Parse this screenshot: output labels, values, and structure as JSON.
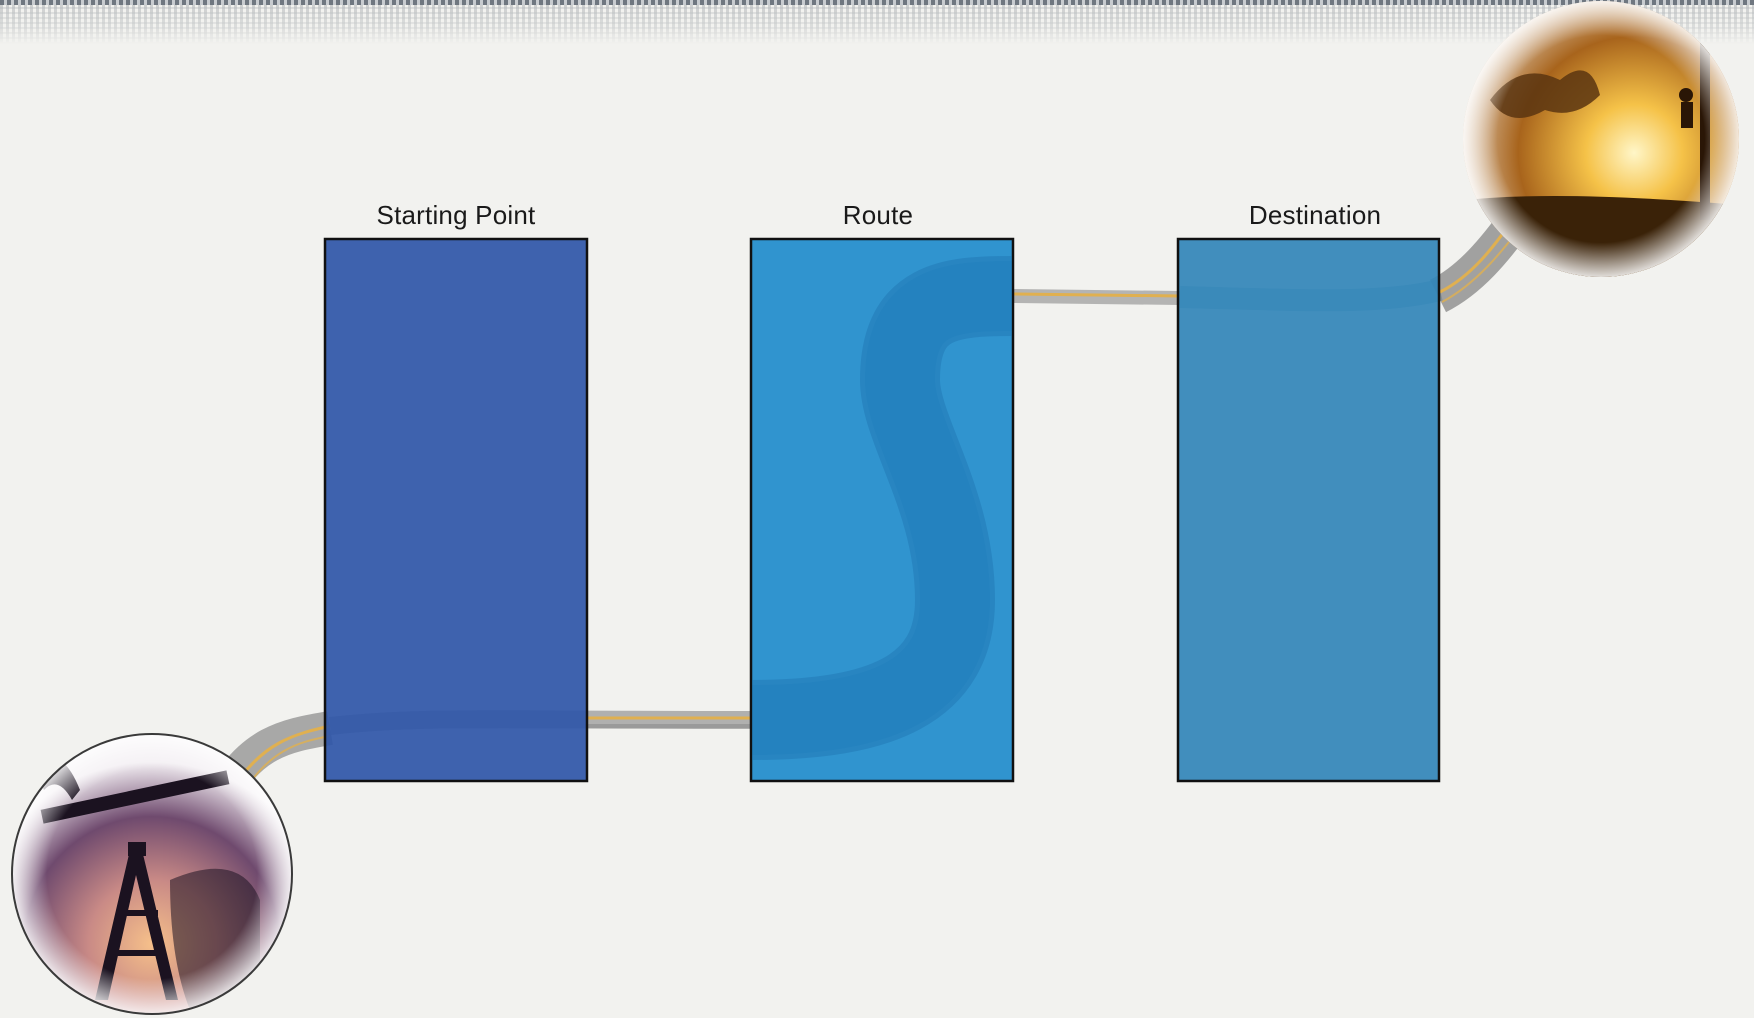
{
  "diagram": {
    "stages": [
      {
        "id": "start",
        "label": "Starting Point",
        "color": "#2f56a8"
      },
      {
        "id": "route",
        "label": "Route",
        "color": "#1f8ccc"
      },
      {
        "id": "destination",
        "label": "Destination",
        "color": "#3286b8"
      }
    ],
    "images": {
      "origin_photo": "oil-pump-jack-silhouette-photo",
      "destination_photo": "sunset-utility-pole-worker-photo"
    },
    "connector_colors": {
      "road": "#8a8a8a",
      "road_stripe": "#e0b050"
    }
  }
}
